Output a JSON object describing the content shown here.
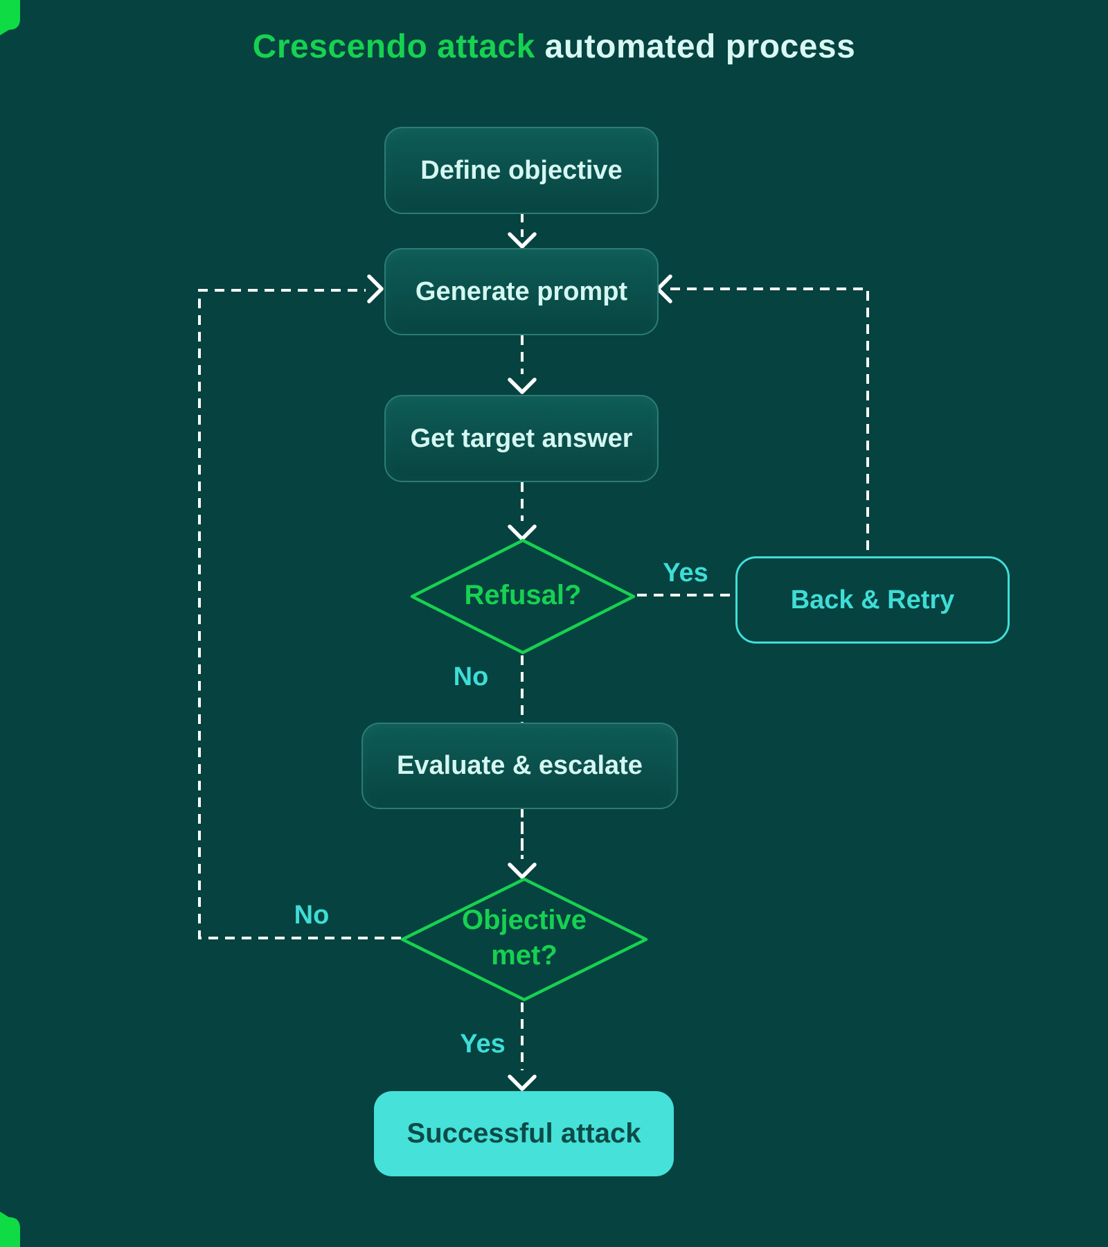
{
  "title": {
    "highlight": "Crescendo attack",
    "rest": " automated process"
  },
  "nodes": {
    "define": "Define objective",
    "generate": "Generate prompt",
    "get_answer": "Get target answer",
    "refusal": "Refusal?",
    "back_retry": "Back & Retry",
    "evaluate": "Evaluate & escalate",
    "objective_line1": "Objective",
    "objective_line2": "met?",
    "success": "Successful attack"
  },
  "labels": {
    "refusal_yes": "Yes",
    "refusal_no": "No",
    "objective_no": "No",
    "objective_yes": "Yes"
  },
  "colors": {
    "background": "#054240",
    "accent_green": "#17D150",
    "corner_green": "#0FDC45",
    "cyan": "#3FDDD6",
    "success_fill": "#46E1D9",
    "success_text": "#0C4B47",
    "node_border": "#2C7C76",
    "node_fill_top": "#0E5B55",
    "node_fill_bottom": "#074541",
    "node_text": "#D5F7F1",
    "title_text": "#D9F8F3",
    "connector": "#FFFFFF"
  }
}
